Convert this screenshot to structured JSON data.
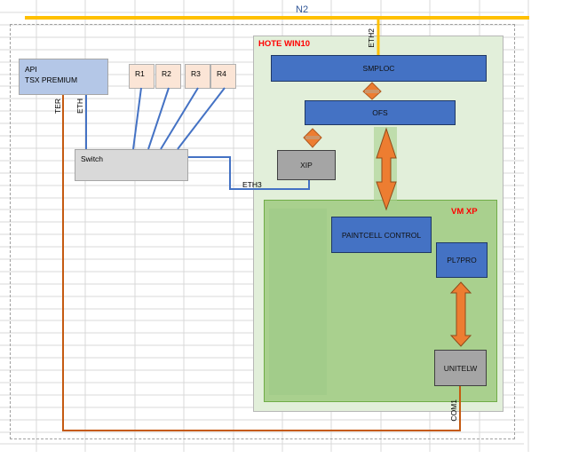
{
  "network_label": "N2",
  "host": {
    "title": "HOTE WIN10",
    "title_color": "#ff0000",
    "eth2_label": "ETH2",
    "smploc_label": "SMPLOC",
    "ofs_label": "OFS",
    "xip_label": "XIP"
  },
  "vm": {
    "title": "VM XP",
    "title_color": "#ff0000",
    "paintcell_label": "PAINTCELL CONTROL",
    "pl7pro_label": "PL7PRO",
    "unitelw_label": "UNITELW",
    "com1_label": "COM1"
  },
  "plc": {
    "line1": "API",
    "line2": "TSX PREMIUM",
    "ter_label": "TER",
    "eth_label": "ETH"
  },
  "routers": [
    "R1",
    "R2",
    "R3",
    "R4"
  ],
  "switch_label": "Switch",
  "eth3_label": "ETH3",
  "colors": {
    "network_bus": "#ffc000",
    "ethernet": "#4472c4",
    "serial": "#c55a11",
    "arrow": "#ed7d31"
  }
}
